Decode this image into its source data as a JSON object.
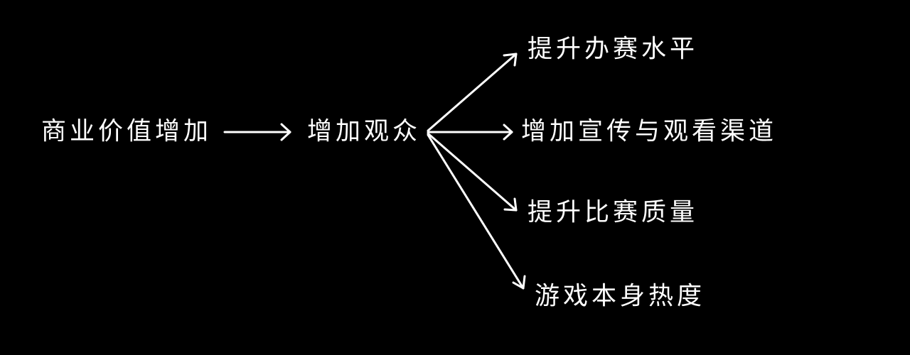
{
  "diagram": {
    "source": "商业价值增加",
    "middle": "增加观众",
    "targets": [
      "提升办赛水平",
      "增加宣传与观看渠道",
      "提升比赛质量",
      "游戏本身热度"
    ],
    "colors": {
      "background": "#000000",
      "foreground": "#ffffff"
    }
  }
}
